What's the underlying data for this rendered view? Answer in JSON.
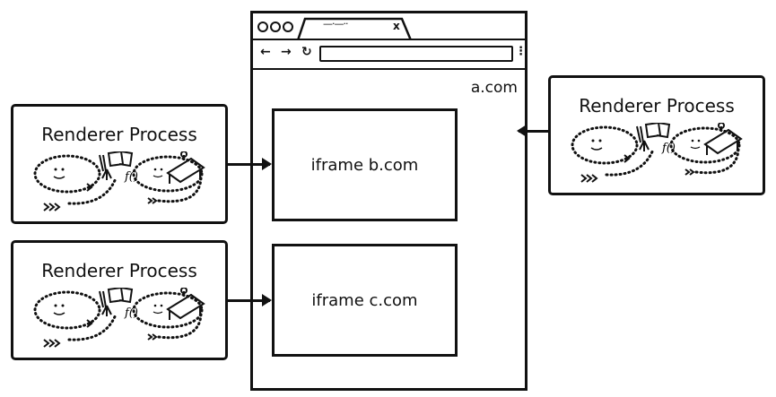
{
  "browser": {
    "tab_title_glyph": "—·—··",
    "tab_close": "x",
    "nav": {
      "back": "←",
      "forward": "→",
      "reload": "↻",
      "menu": "⋮"
    },
    "domain": "a.com",
    "iframes": [
      {
        "label": "iframe b.com"
      },
      {
        "label": "iframe c.com"
      }
    ]
  },
  "renderers": [
    {
      "title": "Renderer Process"
    },
    {
      "title": "Renderer Process"
    },
    {
      "title": "Renderer Process"
    }
  ]
}
